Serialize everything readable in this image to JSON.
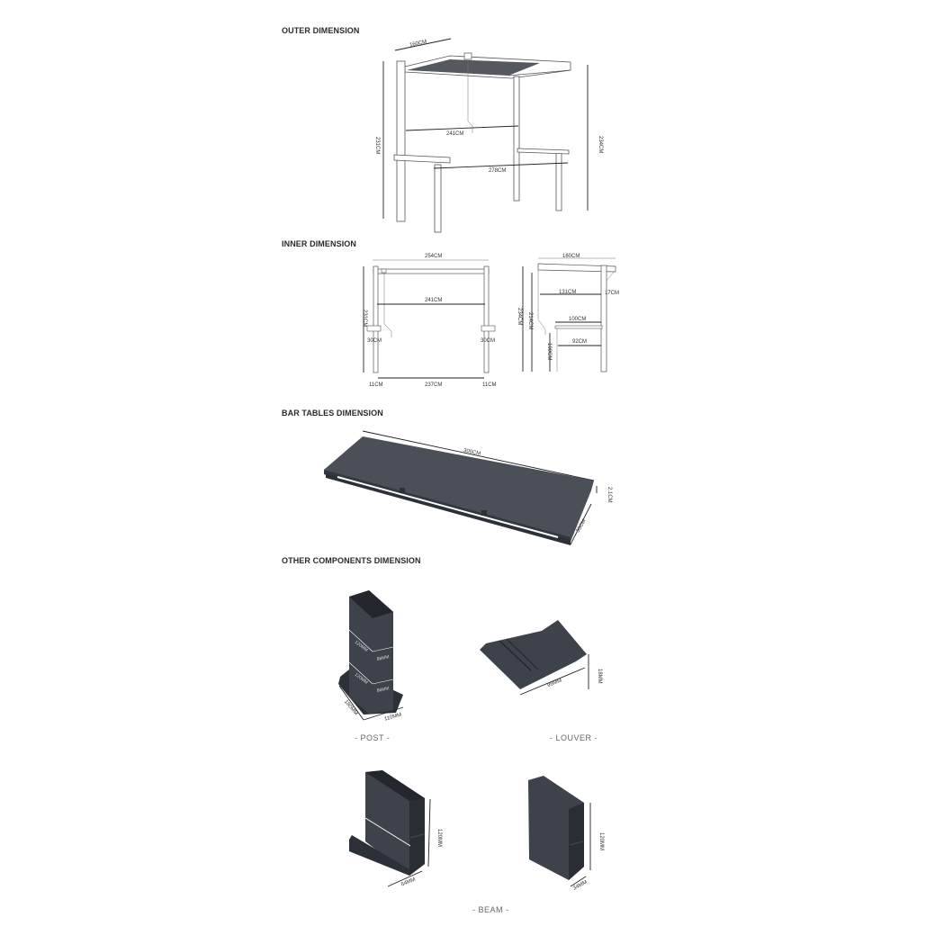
{
  "sections": {
    "outer": {
      "title": "OUTER DIMENSION",
      "labels": {
        "depth": "160CM",
        "inner_width": "241CM",
        "total_width": "278CM",
        "left_height": "231CM",
        "right_height": "234CM"
      }
    },
    "inner": {
      "title": "INNER DIMENSION",
      "front": {
        "top_width": "254CM",
        "inner_width": "241CM",
        "height": "231CM",
        "left_table": "30CM",
        "right_table": "30CM",
        "left_post": "11CM",
        "bottom_span": "237CM",
        "right_post": "11CM"
      },
      "side": {
        "depth": "160CM",
        "roof_inner": "131CM",
        "overhang": "17CM",
        "total_height": "234CM",
        "inner_height": "214CM",
        "table_depth": "100CM",
        "table_inner": "92CM",
        "table_height": "100CM"
      }
    },
    "bar_tables": {
      "title": "BAR TABLES DIMENSION",
      "labels": {
        "length": "300CM",
        "thickness": "2.1CM",
        "depth": "30CM"
      }
    },
    "components": {
      "title": "OTHER COMPONENTS DIMENSION",
      "post": {
        "caption": "- POST -",
        "labels": {
          "upper_a": "120MM",
          "upper_b": "86MM",
          "lower_a": "120MM",
          "lower_b": "86MM",
          "base_a": "180MM",
          "base_b": "110MM"
        }
      },
      "louver": {
        "caption": "- LOUVER -",
        "labels": {
          "width": "99MM",
          "height": "18MM"
        }
      },
      "beam": {
        "caption": "- BEAM -",
        "left": {
          "height": "120MM",
          "width": "64MM"
        },
        "right": {
          "height": "120MM",
          "width": "34MM"
        }
      }
    }
  }
}
